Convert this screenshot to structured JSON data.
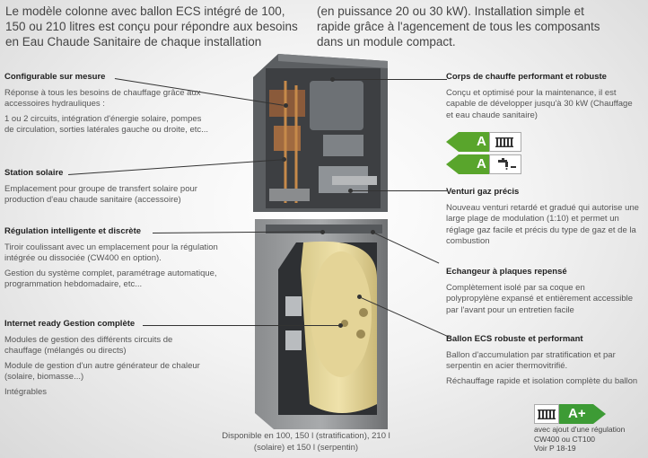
{
  "intro": {
    "left": "Le modèle colonne avec ballon ECS intégré de 100, 150 ou 210 litres est conçu pour répondre aux besoins en Eau Chaude Sanitaire de chaque installation",
    "right": "(en puissance 20 ou 30 kW). Installation simple et rapide grâce à l'agencement de tous les composants dans un module compact."
  },
  "features_left": [
    {
      "title": "Configurable sur mesure",
      "desc": [
        "Réponse à tous les besoins de chauffage grâce aux accessoires hydrauliques :",
        "1 ou 2 circuits, intégration d'énergie solaire, pompes de circulation, sorties latérales gauche ou droite, etc..."
      ]
    },
    {
      "title": "Station solaire",
      "desc": [
        "Emplacement pour groupe de transfert solaire pour production d'eau chaude sanitaire (accessoire)"
      ]
    },
    {
      "title": "Régulation intelligente et discrète",
      "desc": [
        "Tiroir coulissant avec un emplacement pour la régulation intégrée ou dissociée (CW400 en option).",
        "Gestion du système complet, paramétrage automatique, programmation hebdomadaire, etc..."
      ]
    },
    {
      "title": "Internet ready Gestion complète",
      "desc": [
        "Modules de gestion des différents circuits de chauffage (mélangés ou directs)",
        "Module de gestion d'un autre générateur de chaleur (solaire, biomasse...)",
        "Intégrables"
      ]
    }
  ],
  "features_right": [
    {
      "title": "Corps de chauffe performant et robuste",
      "desc": [
        "Conçu et optimisé pour la maintenance, il est capable de développer jusqu'à 30 kW (Chauffage et eau chaude sanitaire)"
      ]
    },
    {
      "title": "Venturi gaz précis",
      "desc": [
        "Nouveau venturi retardé et gradué qui autorise une large plage de modulation (1:10) et permet un réglage gaz facile et précis du type de gaz et de la combustion"
      ]
    },
    {
      "title": "Echangeur à plaques repensé",
      "desc": [
        "Complètement isolé par sa coque en polypropylène expansé et entièrement accessible par l'avant pour un entretien facile"
      ]
    },
    {
      "title": "Ballon ECS robuste et performant",
      "desc": [
        "Ballon d'accumulation par stratification et par serpentin en acier thermovitrifié.",
        "Réchauffage rapide et isolation complète du ballon"
      ]
    }
  ],
  "energy_labels": [
    {
      "grade": "A",
      "type": "chauffage",
      "color": "#59a52c",
      "icon": "radiator-icon"
    },
    {
      "grade": "A",
      "type": "eau chaude sanitaire",
      "color": "#59a52c",
      "icon": "faucet-icon"
    },
    {
      "grade": "A+",
      "type": "avec régulation",
      "color": "#3d9b35",
      "icon": "radiator-icon"
    }
  ],
  "availability": "Disponible en 100, 150 l (stratification), 210 l (solaire) et 150 l (serpentin)",
  "regulation_note": [
    "avec ajout d'une régulation",
    "CW400 ou CT100",
    "Voir P 18-19"
  ]
}
